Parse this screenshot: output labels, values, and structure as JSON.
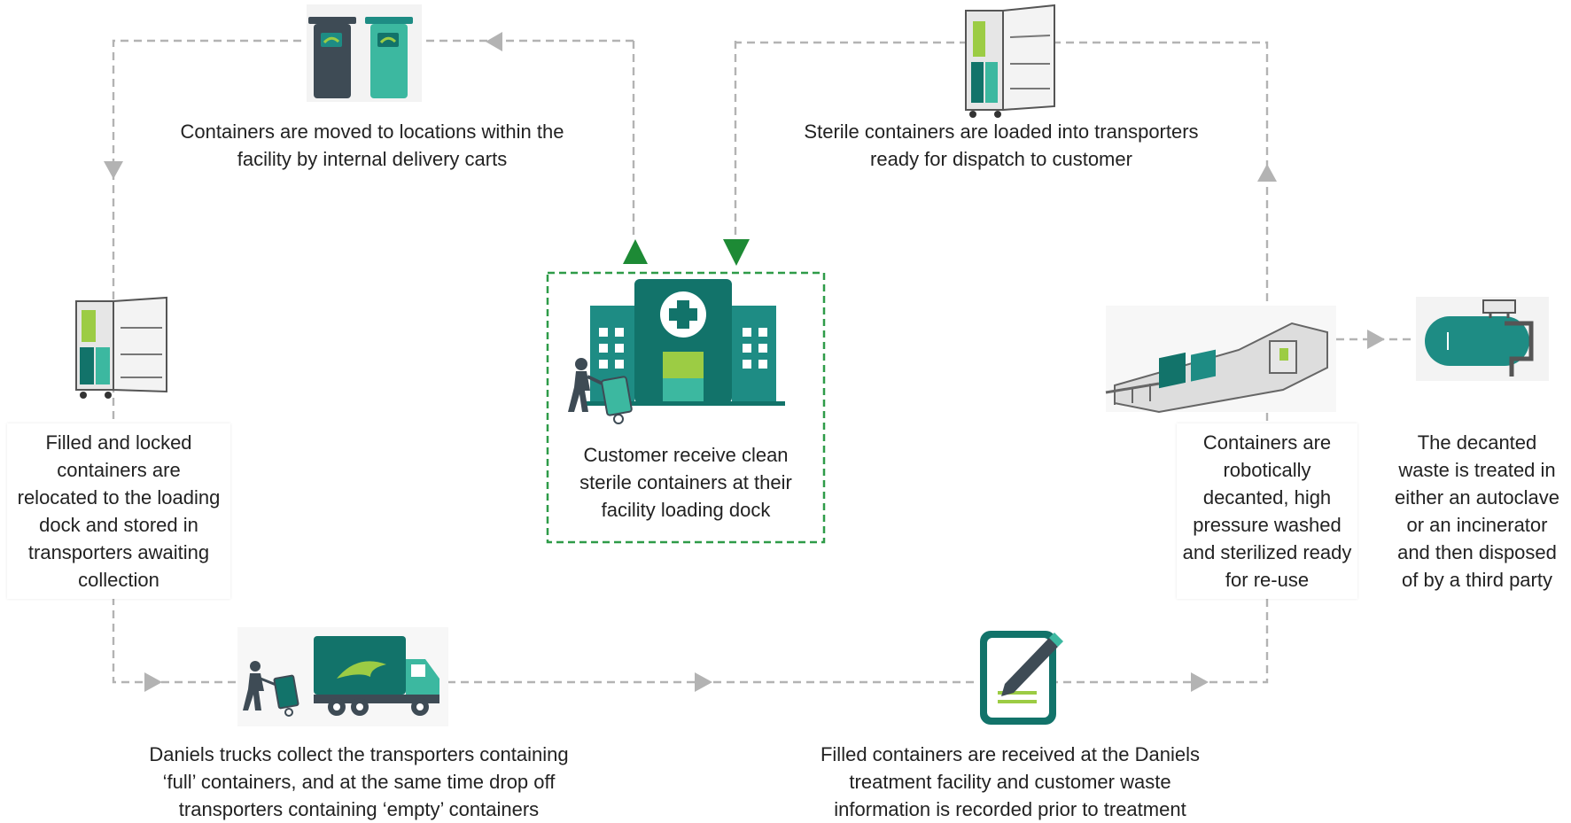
{
  "colors": {
    "accent": "#1e8c84",
    "dark_teal": "#12736a",
    "mint": "#3cb8a0",
    "lime": "#9ccc44",
    "slate": "#3e4b55",
    "arrow_gray": "#b3b3b3",
    "arrow_green": "#1d8a35",
    "dashed_box": "#2e9b48"
  },
  "steps": {
    "delivery": {
      "icon": "bins-icon",
      "lines": [
        "Containers are moved to locations within the",
        "facility by internal delivery carts"
      ]
    },
    "loaded": {
      "icon": "transporter-cabinet-icon",
      "lines": [
        "Sterile containers are loaded into transporters",
        "ready for dispatch to customer"
      ]
    },
    "stored": {
      "icon": "transporter-cabinet-icon",
      "lines": [
        "Filled and locked",
        "containers are",
        "relocated to the loading",
        "dock and stored in",
        "transporters awaiting",
        "collection"
      ]
    },
    "customer": {
      "icon": "hospital-icon",
      "lines": [
        "Customer receive clean",
        "sterile containers at their",
        "facility loading dock"
      ]
    },
    "decanted": {
      "icon": "washing-machine-icon",
      "lines": [
        "Containers are",
        "robotically",
        "decanted, high",
        "pressure washed",
        "and sterilized ready",
        "for re-use"
      ]
    },
    "treated": {
      "icon": "autoclave-icon",
      "lines": [
        "The decanted",
        "waste is treated in",
        "either an autoclave",
        "or an incinerator",
        "and then disposed",
        "of by a third party"
      ]
    },
    "trucks": {
      "icon": "truck-icon",
      "lines": [
        "Daniels trucks collect the transporters containing",
        "‘full’ containers, and at the same time drop off",
        "transporters containing ‘empty’ containers"
      ]
    },
    "received": {
      "icon": "clipboard-pen-icon",
      "lines": [
        "Filled containers are received at the Daniels",
        "treatment facility and customer waste",
        "information is recorded prior to treatment"
      ]
    }
  }
}
